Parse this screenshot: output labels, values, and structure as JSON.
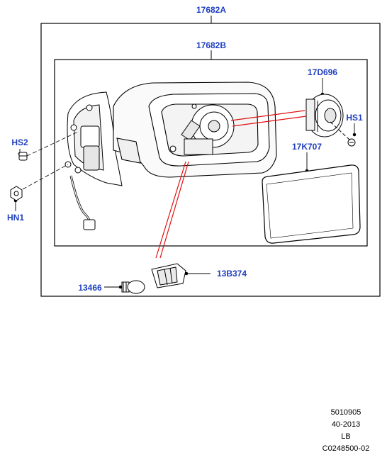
{
  "diagram": {
    "callouts": {
      "assembly": "17682A",
      "housing": "17682B",
      "motor": "17D696",
      "screw_right": "HS1",
      "screw_left": "HS2",
      "nut": "HN1",
      "glass": "17K707",
      "bulb": "13466",
      "lamp": "13B374"
    },
    "colors": {
      "callout_text": "#1f3fbf",
      "highlight_lines": "#e01010",
      "line_art": "#000000"
    }
  },
  "footer": {
    "line1": "5010905",
    "line2": "40-2013",
    "line3": "LB",
    "line4": "C0248500-02"
  }
}
